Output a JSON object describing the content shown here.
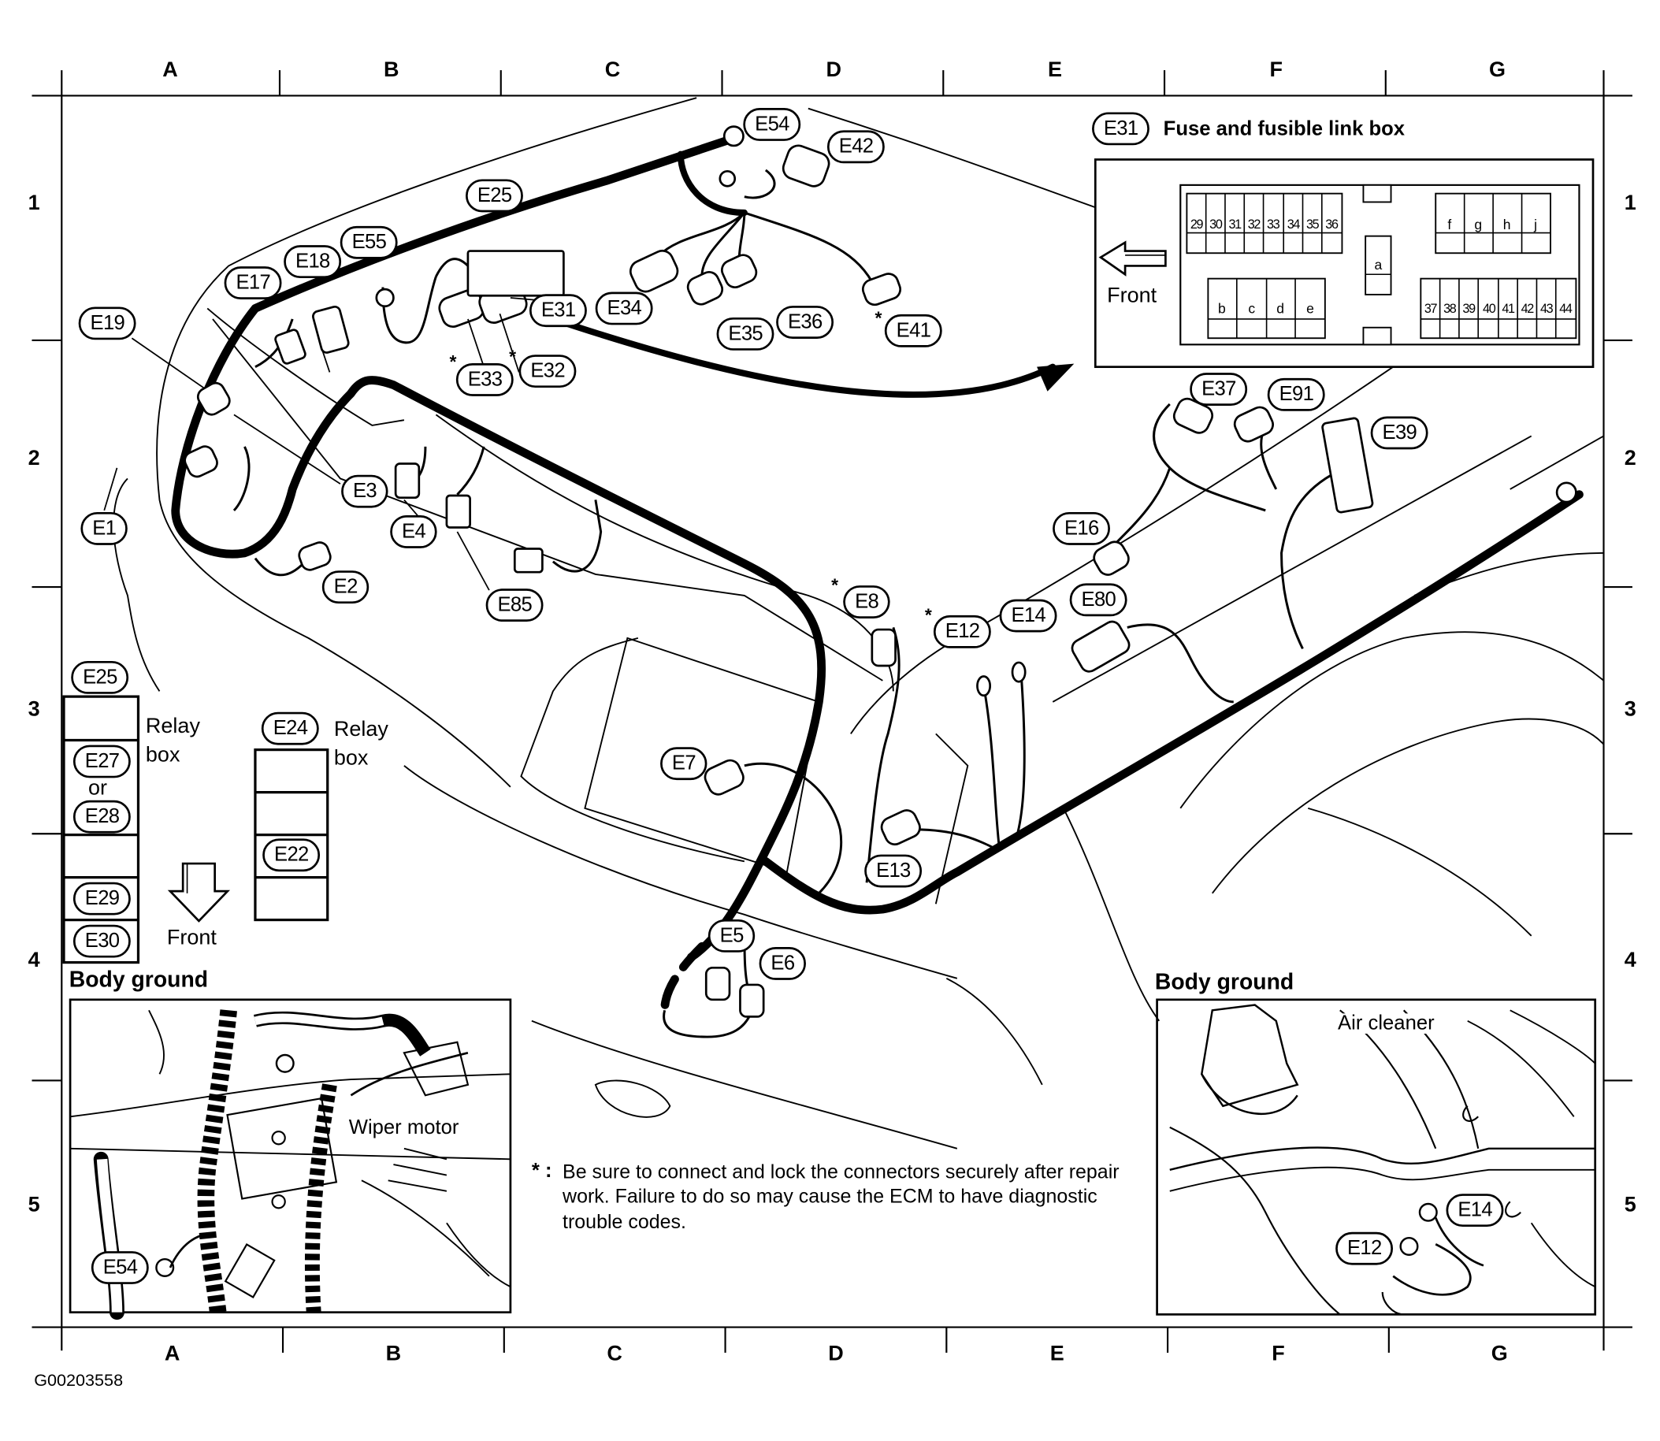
{
  "columns": [
    "A",
    "B",
    "C",
    "D",
    "E",
    "F",
    "G"
  ],
  "rows": [
    "1",
    "2",
    "3",
    "4",
    "5"
  ],
  "connectors": {
    "e1": "E1",
    "e2": "E2",
    "e3": "E3",
    "e4": "E4",
    "e5": "E5",
    "e6": "E6",
    "e7": "E7",
    "e8": "E8",
    "e12": "E12",
    "e13": "E13",
    "e14": "E14",
    "e16": "E16",
    "e17": "E17",
    "e18": "E18",
    "e19": "E19",
    "e25": "E25",
    "e31": "E31",
    "e32": "E32",
    "e33": "E33",
    "e34": "E34",
    "e35": "E35",
    "e36": "E36",
    "e37": "E37",
    "e39": "E39",
    "e41": "E41",
    "e42": "E42",
    "e54": "E54",
    "e55": "E55",
    "e80": "E80",
    "e85": "E85",
    "e91": "E91"
  },
  "marker": "*",
  "fuse_box": {
    "tag": "E31",
    "title": "Fuse and fusible link box",
    "front_label": "Front",
    "row1_cells": [
      "29",
      "30",
      "31",
      "32",
      "33",
      "34",
      "35",
      "36"
    ],
    "mid_cell": "a",
    "left_cells": [
      "b",
      "c",
      "d",
      "e"
    ],
    "right_top_cells": [
      "f",
      "g",
      "h",
      "j"
    ],
    "right_bottom_cells": [
      "37",
      "38",
      "39",
      "40",
      "41",
      "42",
      "43",
      "44"
    ]
  },
  "relay_box_left": {
    "tags": [
      "E25",
      "E27",
      "E28",
      "E29",
      "E30"
    ],
    "or_text": "or",
    "label_line1": "Relay",
    "label_line2": "box"
  },
  "relay_box_right": {
    "tags": [
      "E24",
      "E22"
    ],
    "label_line1": "Relay",
    "label_line2": "box"
  },
  "front_label": "Front",
  "body_ground_left": {
    "title": "Body ground",
    "wiper_label": "Wiper motor",
    "tag": "E54"
  },
  "body_ground_right": {
    "title": "Body ground",
    "air_cleaner_label": "Air cleaner",
    "tags": [
      "E14",
      "E12"
    ]
  },
  "note": "Be sure to connect and lock the connectors securely after repair work. Failure to do so may cause the ECM to have diagnostic trouble codes.",
  "note_prefix": "* :",
  "figure_code": "G00203558"
}
